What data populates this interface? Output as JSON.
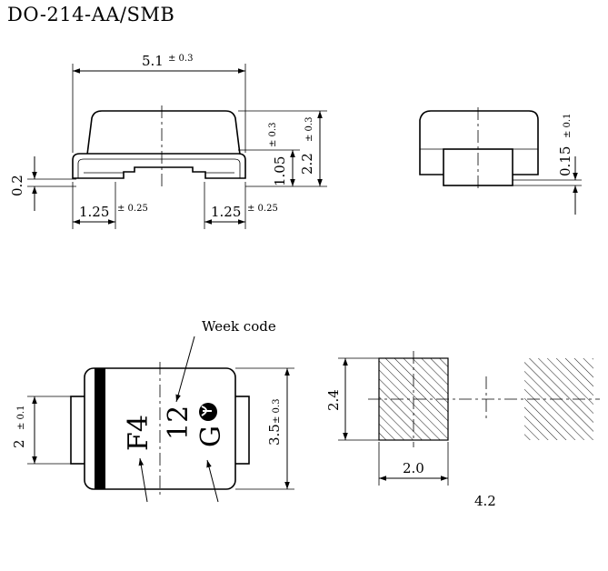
{
  "title": "DO-214-AA/SMB",
  "side_view": {
    "length": {
      "value": "5.1",
      "tol": "± 0.3"
    },
    "standoff": {
      "value": "0.2"
    },
    "lead_left": {
      "value": "1.25",
      "tol": "± 0.25"
    },
    "lead_right": {
      "value": "1.25",
      "tol": "± 0.25"
    },
    "lead_height": {
      "value": "1.05",
      "tol": "± 0.3"
    },
    "total_height": {
      "value": "2.2",
      "tol": "± 0.3"
    }
  },
  "end_view": {
    "lead_thickness": {
      "value": "0.15",
      "tol": "± 0.1"
    }
  },
  "top_view": {
    "callout": "Week code",
    "lead_width": {
      "value": "2",
      "tol": "± 0.1"
    },
    "body_width": {
      "value": "3.5",
      "tol": "± 0.3"
    },
    "marking_line1": "F4",
    "marking_line2": "12",
    "marking_line3": "G"
  },
  "footprint": {
    "pad_height": "2.4",
    "pad_width": "2.0",
    "pitch": "4.2"
  }
}
